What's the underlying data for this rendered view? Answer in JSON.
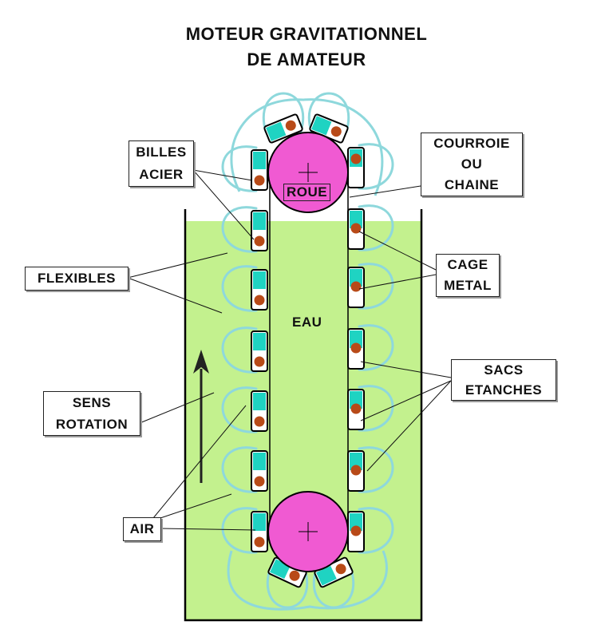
{
  "title": {
    "line1": "MOTEUR GRAVITATIONNEL",
    "line2": "DE AMATEUR"
  },
  "labels": {
    "billes_acier": [
      "BILLES",
      "ACIER"
    ],
    "courroie": [
      "COURROIE",
      "OU",
      "CHAINE"
    ],
    "flexibles": "FLEXIBLES",
    "cage_metal": [
      "CAGE",
      "METAL"
    ],
    "sacs_etanches": [
      "SACS",
      "ETANCHES"
    ],
    "sens_rotation": [
      "SENS",
      "ROTATION"
    ],
    "air": "AIR",
    "roue": "ROUE",
    "eau": "EAU"
  },
  "colors": {
    "water": "#c3f18e",
    "wheel": "#f05ad2",
    "bag": "#8ed8dc",
    "air_pocket": "#1fd3c2",
    "ball": "#b84a18",
    "frame": "#000000"
  }
}
